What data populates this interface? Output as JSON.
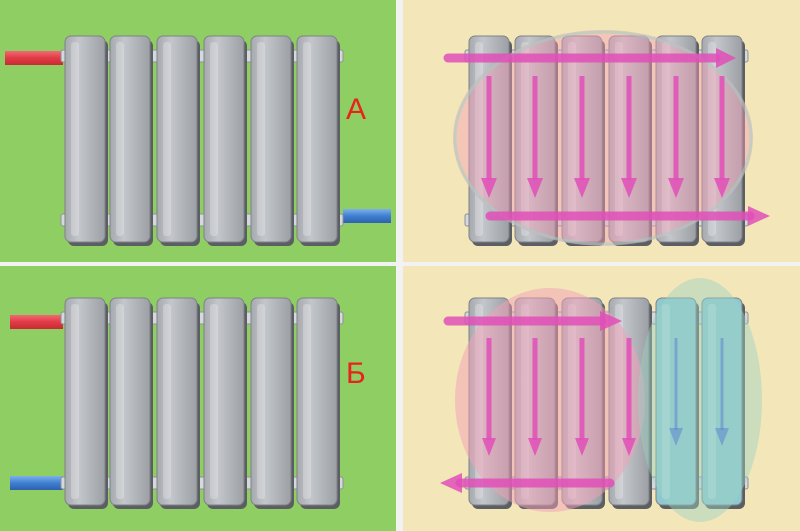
{
  "panels": [
    {
      "id": "A",
      "label": "А",
      "background": "#8fce63",
      "inlet": "top-left",
      "outlet": "bottom-right"
    },
    {
      "id": "B",
      "label": "Б",
      "background": "#8fce63",
      "inlet": "top-left",
      "outlet": "bottom-left"
    }
  ],
  "flow_panels": [
    {
      "id": "A-flow",
      "background": "#f3e6b9",
      "arrow_color": "#e14fb8",
      "warm_zone": "full"
    },
    {
      "id": "B-flow",
      "background": "#f3e6b9",
      "arrow_color": "#e14fb8",
      "warm_zone": "left-four-sections",
      "cool_zone": "right-two-sections"
    }
  ],
  "colors": {
    "hot_pipe": "#e8434c",
    "cold_pipe": "#3c7fd0",
    "radiator_section": "#b9bcc1",
    "radiator_shadow": "#5b5e63",
    "label": "#e8221c",
    "warm_overlay": "#f4a0b8",
    "cool_overlay": "#9bd3c4",
    "cool_section": "#8fc9cf"
  }
}
